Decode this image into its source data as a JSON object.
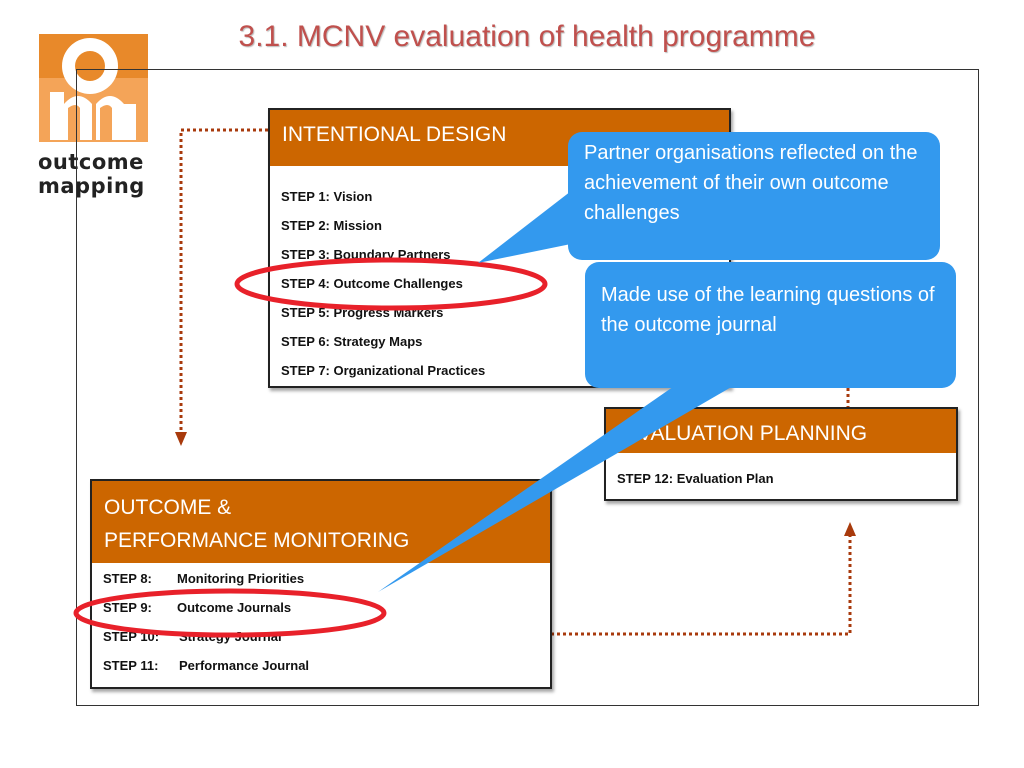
{
  "title": "3.1. MCNV evaluation of health programme",
  "logo": {
    "line1": "outcome",
    "line2": "mapping"
  },
  "colors": {
    "orange": "#cc6600",
    "blue": "#3399ee",
    "red": "#e8212a",
    "title": "#c0504d"
  },
  "intentional_design": {
    "header": "INTENTIONAL DESIGN",
    "steps": [
      "STEP  1:  Vision",
      "STEP  2:  Mission",
      "STEP  3:  Boundary Partners",
      "STEP  4:  Outcome Challenges",
      "STEP  5:  Progress Markers",
      "STEP  6:  Strategy Maps",
      "STEP  7:  Organizational Practices"
    ]
  },
  "monitoring": {
    "header_line1": "OUTCOME &",
    "header_line2": "PERFORMANCE MONITORING",
    "steps": [
      {
        "num": "STEP 8:",
        "label": "Monitoring Priorities"
      },
      {
        "num": "STEP 9:",
        "label": "Outcome Journals"
      },
      {
        "num": "STEP 10:",
        "label": "Strategy Journal"
      },
      {
        "num": "STEP 11:",
        "label": "Performance Journal"
      }
    ]
  },
  "evaluation": {
    "header": "EVALUATION PLANNING",
    "step": "STEP 12:   Evaluation Plan"
  },
  "callouts": {
    "first": "Partner organisations reflected on the achievement of their own  outcome challenges",
    "second": "Made use of the learning questions of the outcome journal"
  }
}
